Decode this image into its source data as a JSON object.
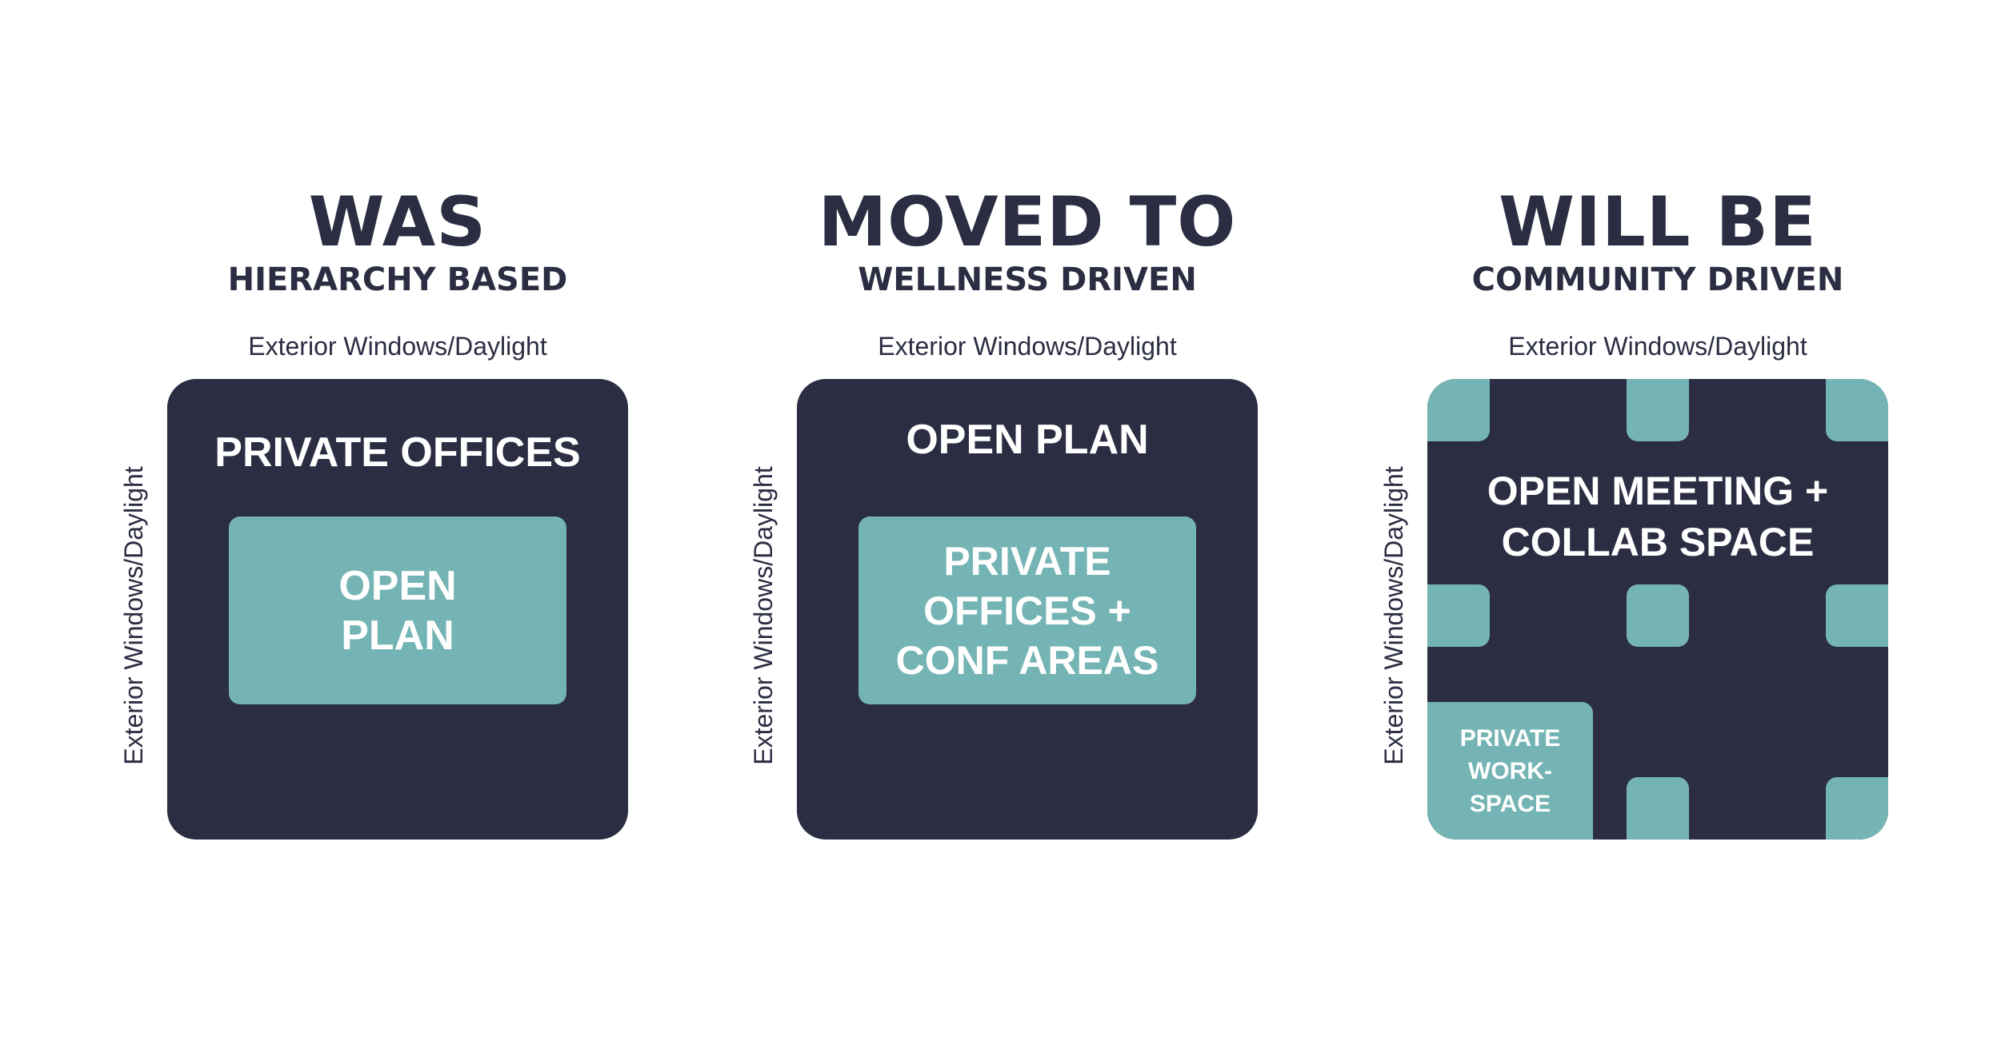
{
  "colors": {
    "dark": "#2b2d42",
    "teal": "#74b4b4",
    "white": "#ffffff"
  },
  "columns": [
    {
      "title": "WAS",
      "subtitle": "HIERARCHY BASED",
      "ext_top": "Exterior Windows/Daylight",
      "ext_side": "Exterior Windows/Daylight",
      "outer_label": "PRIVATE OFFICES",
      "inner_label": "OPEN\nPLAN"
    },
    {
      "title": "MOVED TO",
      "subtitle": "WELLNESS DRIVEN",
      "ext_top": "Exterior Windows/Daylight",
      "ext_side": "Exterior Windows/Daylight",
      "outer_label": "OPEN PLAN",
      "inner_label": "PRIVATE\nOFFICES +\nCONF AREAS"
    },
    {
      "title": "WILL BE",
      "subtitle": "COMMUNITY DRIVEN",
      "ext_top": "Exterior Windows/Daylight",
      "ext_side": "Exterior Windows/Daylight",
      "outer_label": "OPEN MEETING +\nCOLLAB SPACE",
      "inner_label": "PRIVATE\nWORK-\nSPACE"
    }
  ]
}
